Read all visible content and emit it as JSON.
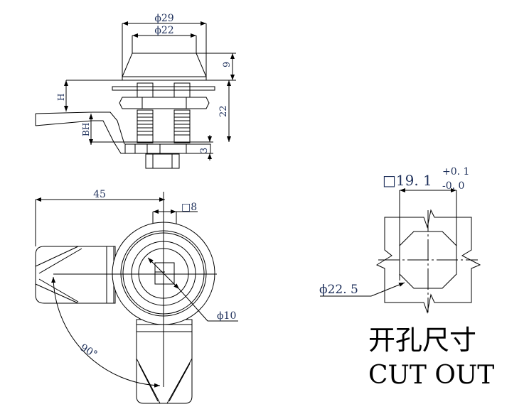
{
  "side_view": {
    "dia_outer": "ϕ29",
    "dia_inner": "ϕ22",
    "dim_9": "9",
    "dim_22": "22",
    "dim_3": "3",
    "dim_H": "H",
    "dim_BH": "BH"
  },
  "top_view": {
    "dim_45": "45",
    "square_8": "□8",
    "dia_10": "ϕ10",
    "angle": "90°"
  },
  "cutout": {
    "square": "□19. 1",
    "tol_plus": "+0. 1",
    "tol_minus": "-0. 0",
    "dia": "ϕ22. 5",
    "title_cn": "开孔尺寸",
    "title_en": "CUT OUT"
  }
}
